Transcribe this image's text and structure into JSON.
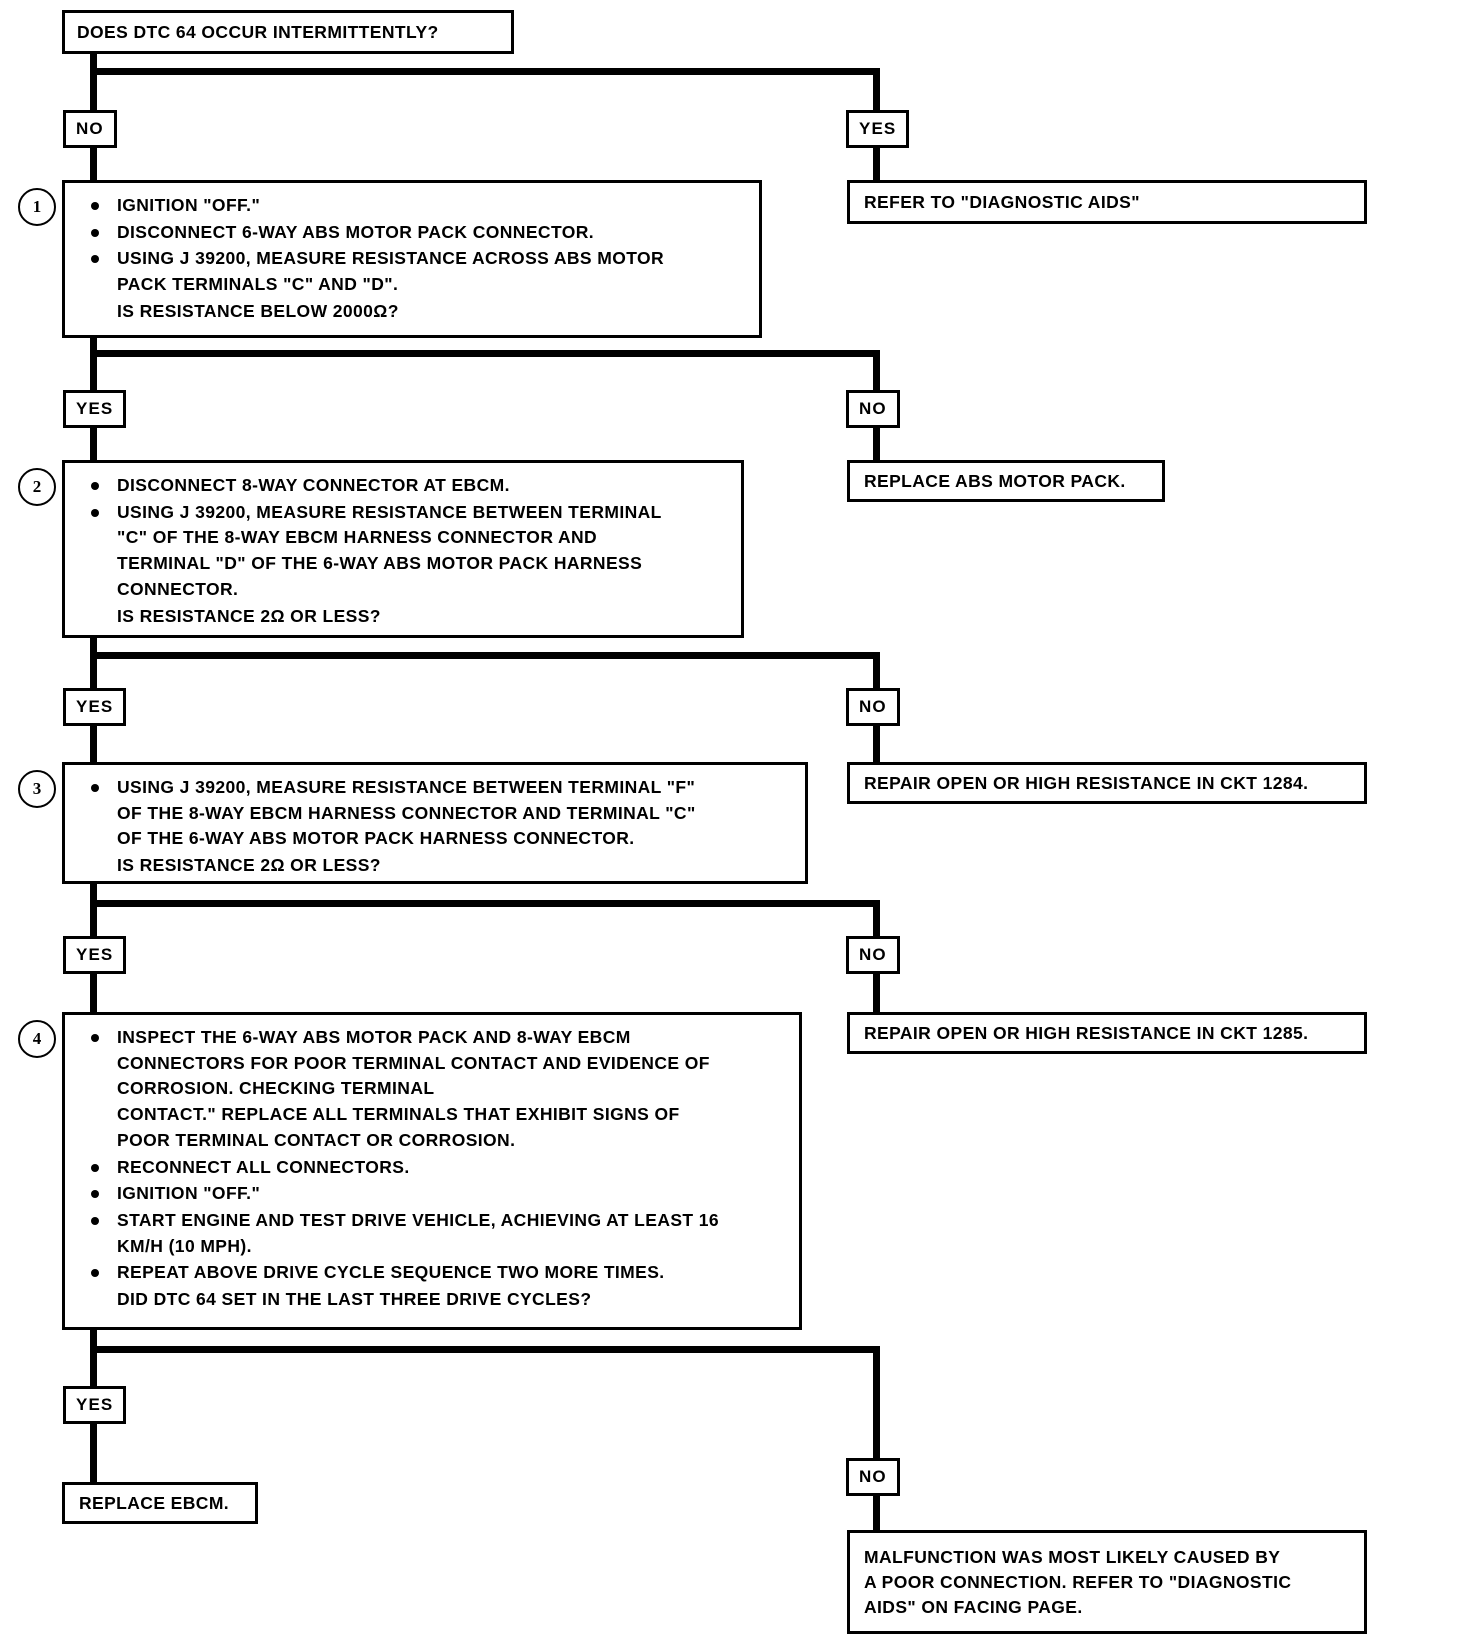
{
  "chart": {
    "type": "flowchart",
    "title": "DOES DTC 64 OCCUR INTERMITTENTLY?",
    "labels": {
      "yes": "YES",
      "no": "NO"
    }
  },
  "nodes": {
    "q0": {
      "text": "DOES DTC 64 OCCUR INTERMITTENTLY?"
    },
    "refer_aids": {
      "text": "REFER TO \"DIAGNOSTIC AIDS\""
    },
    "step1": {
      "number": "1",
      "bullets": [
        "IGNITION \"OFF.\"",
        "DISCONNECT 6-WAY ABS MOTOR PACK CONNECTOR.",
        "USING J 39200, MEASURE RESISTANCE ACROSS ABS MOTOR\nPACK TERMINALS \"C\" AND \"D\"."
      ],
      "question": "IS RESISTANCE BELOW 2000Ω?"
    },
    "replace_motor_pack": {
      "text": "REPLACE ABS MOTOR PACK."
    },
    "step2": {
      "number": "2",
      "bullets": [
        "DISCONNECT 8-WAY CONNECTOR AT EBCM.",
        "USING J 39200, MEASURE RESISTANCE BETWEEN TERMINAL\n\"C\" OF THE 8-WAY EBCM HARNESS CONNECTOR AND\nTERMINAL \"D\" OF THE 6-WAY ABS MOTOR PACK HARNESS\nCONNECTOR."
      ],
      "question": "IS RESISTANCE 2Ω OR LESS?"
    },
    "repair_1284": {
      "text": "REPAIR OPEN OR HIGH RESISTANCE IN CKT 1284."
    },
    "step3": {
      "number": "3",
      "bullets": [
        "USING J 39200, MEASURE RESISTANCE BETWEEN TERMINAL \"F\"\nOF THE 8-WAY EBCM HARNESS CONNECTOR AND TERMINAL \"C\"\nOF THE 6-WAY ABS MOTOR PACK HARNESS CONNECTOR."
      ],
      "question": "IS RESISTANCE 2Ω OR LESS?"
    },
    "repair_1285": {
      "text": "REPAIR OPEN OR HIGH RESISTANCE IN CKT 1285."
    },
    "step4": {
      "number": "4",
      "bullets": [
        "INSPECT THE 6-WAY ABS MOTOR PACK AND 8-WAY EBCM\nCONNECTORS FOR POOR TERMINAL CONTACT AND EVIDENCE OF\nCORROSION.   CHECKING TERMINAL\nCONTACT.\" REPLACE ALL TERMINALS THAT EXHIBIT SIGNS OF\nPOOR TERMINAL CONTACT OR CORROSION.",
        "RECONNECT ALL CONNECTORS.",
        "IGNITION \"OFF.\"",
        "START ENGINE AND TEST DRIVE VEHICLE, ACHIEVING AT LEAST 16\nkm/h (10 MPH).",
        "REPEAT ABOVE DRIVE CYCLE SEQUENCE TWO MORE TIMES."
      ],
      "question": "DID DTC 64 SET IN THE LAST THREE DRIVE CYCLES?"
    },
    "replace_ebcm": {
      "text": "REPLACE EBCM."
    },
    "malfunction": {
      "text": "MALFUNCTION WAS MOST LIKELY CAUSED BY\nA POOR CONNECTION. REFER TO \"DIAGNOSTIC\nAIDS\" ON FACING PAGE."
    }
  },
  "branches": {
    "q0_no": "NO",
    "q0_yes": "YES",
    "s1_yes": "YES",
    "s1_no": "NO",
    "s2_yes": "YES",
    "s2_no": "NO",
    "s3_yes": "YES",
    "s3_no": "NO",
    "s4_yes": "YES",
    "s4_no": "NO"
  }
}
